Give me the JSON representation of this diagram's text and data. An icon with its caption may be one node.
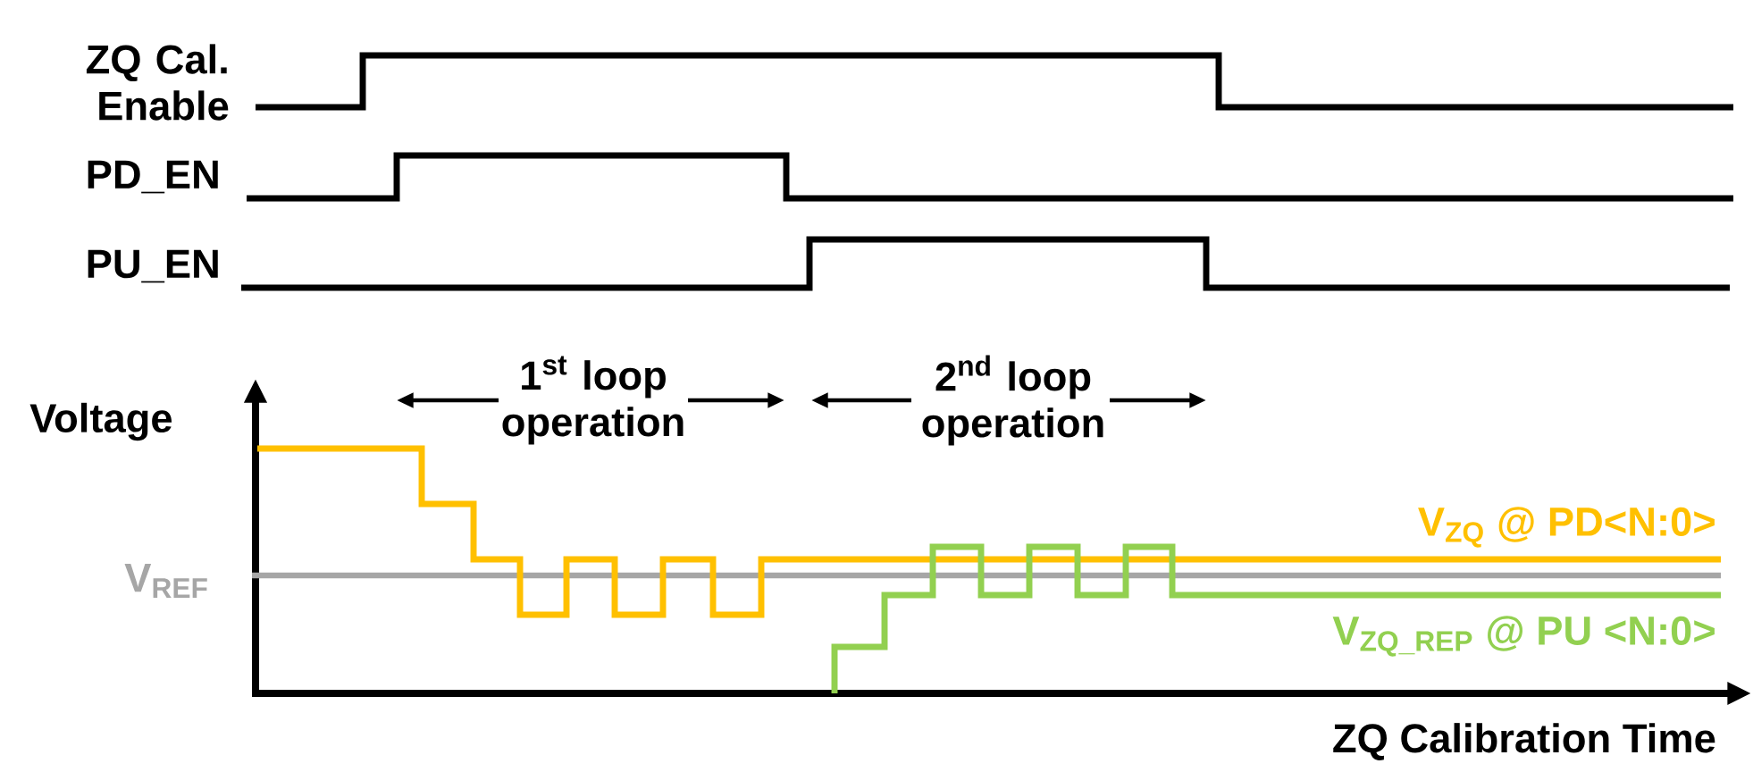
{
  "diagram": {
    "labels": [
      "ZQ Cal. Enable",
      "PD_EN",
      "PU_EN",
      "1$^{st}$ loop operation",
      "2$^{nd}$ loop operation",
      "Voltage",
      "V$_{REF}$",
      "V$_{ZQ}$ @ PD<N:0>",
      "V$_{ZQ_REP}$ @ PU <N:0>",
      "ZQ Calibration Time"
    ]
  }
}
